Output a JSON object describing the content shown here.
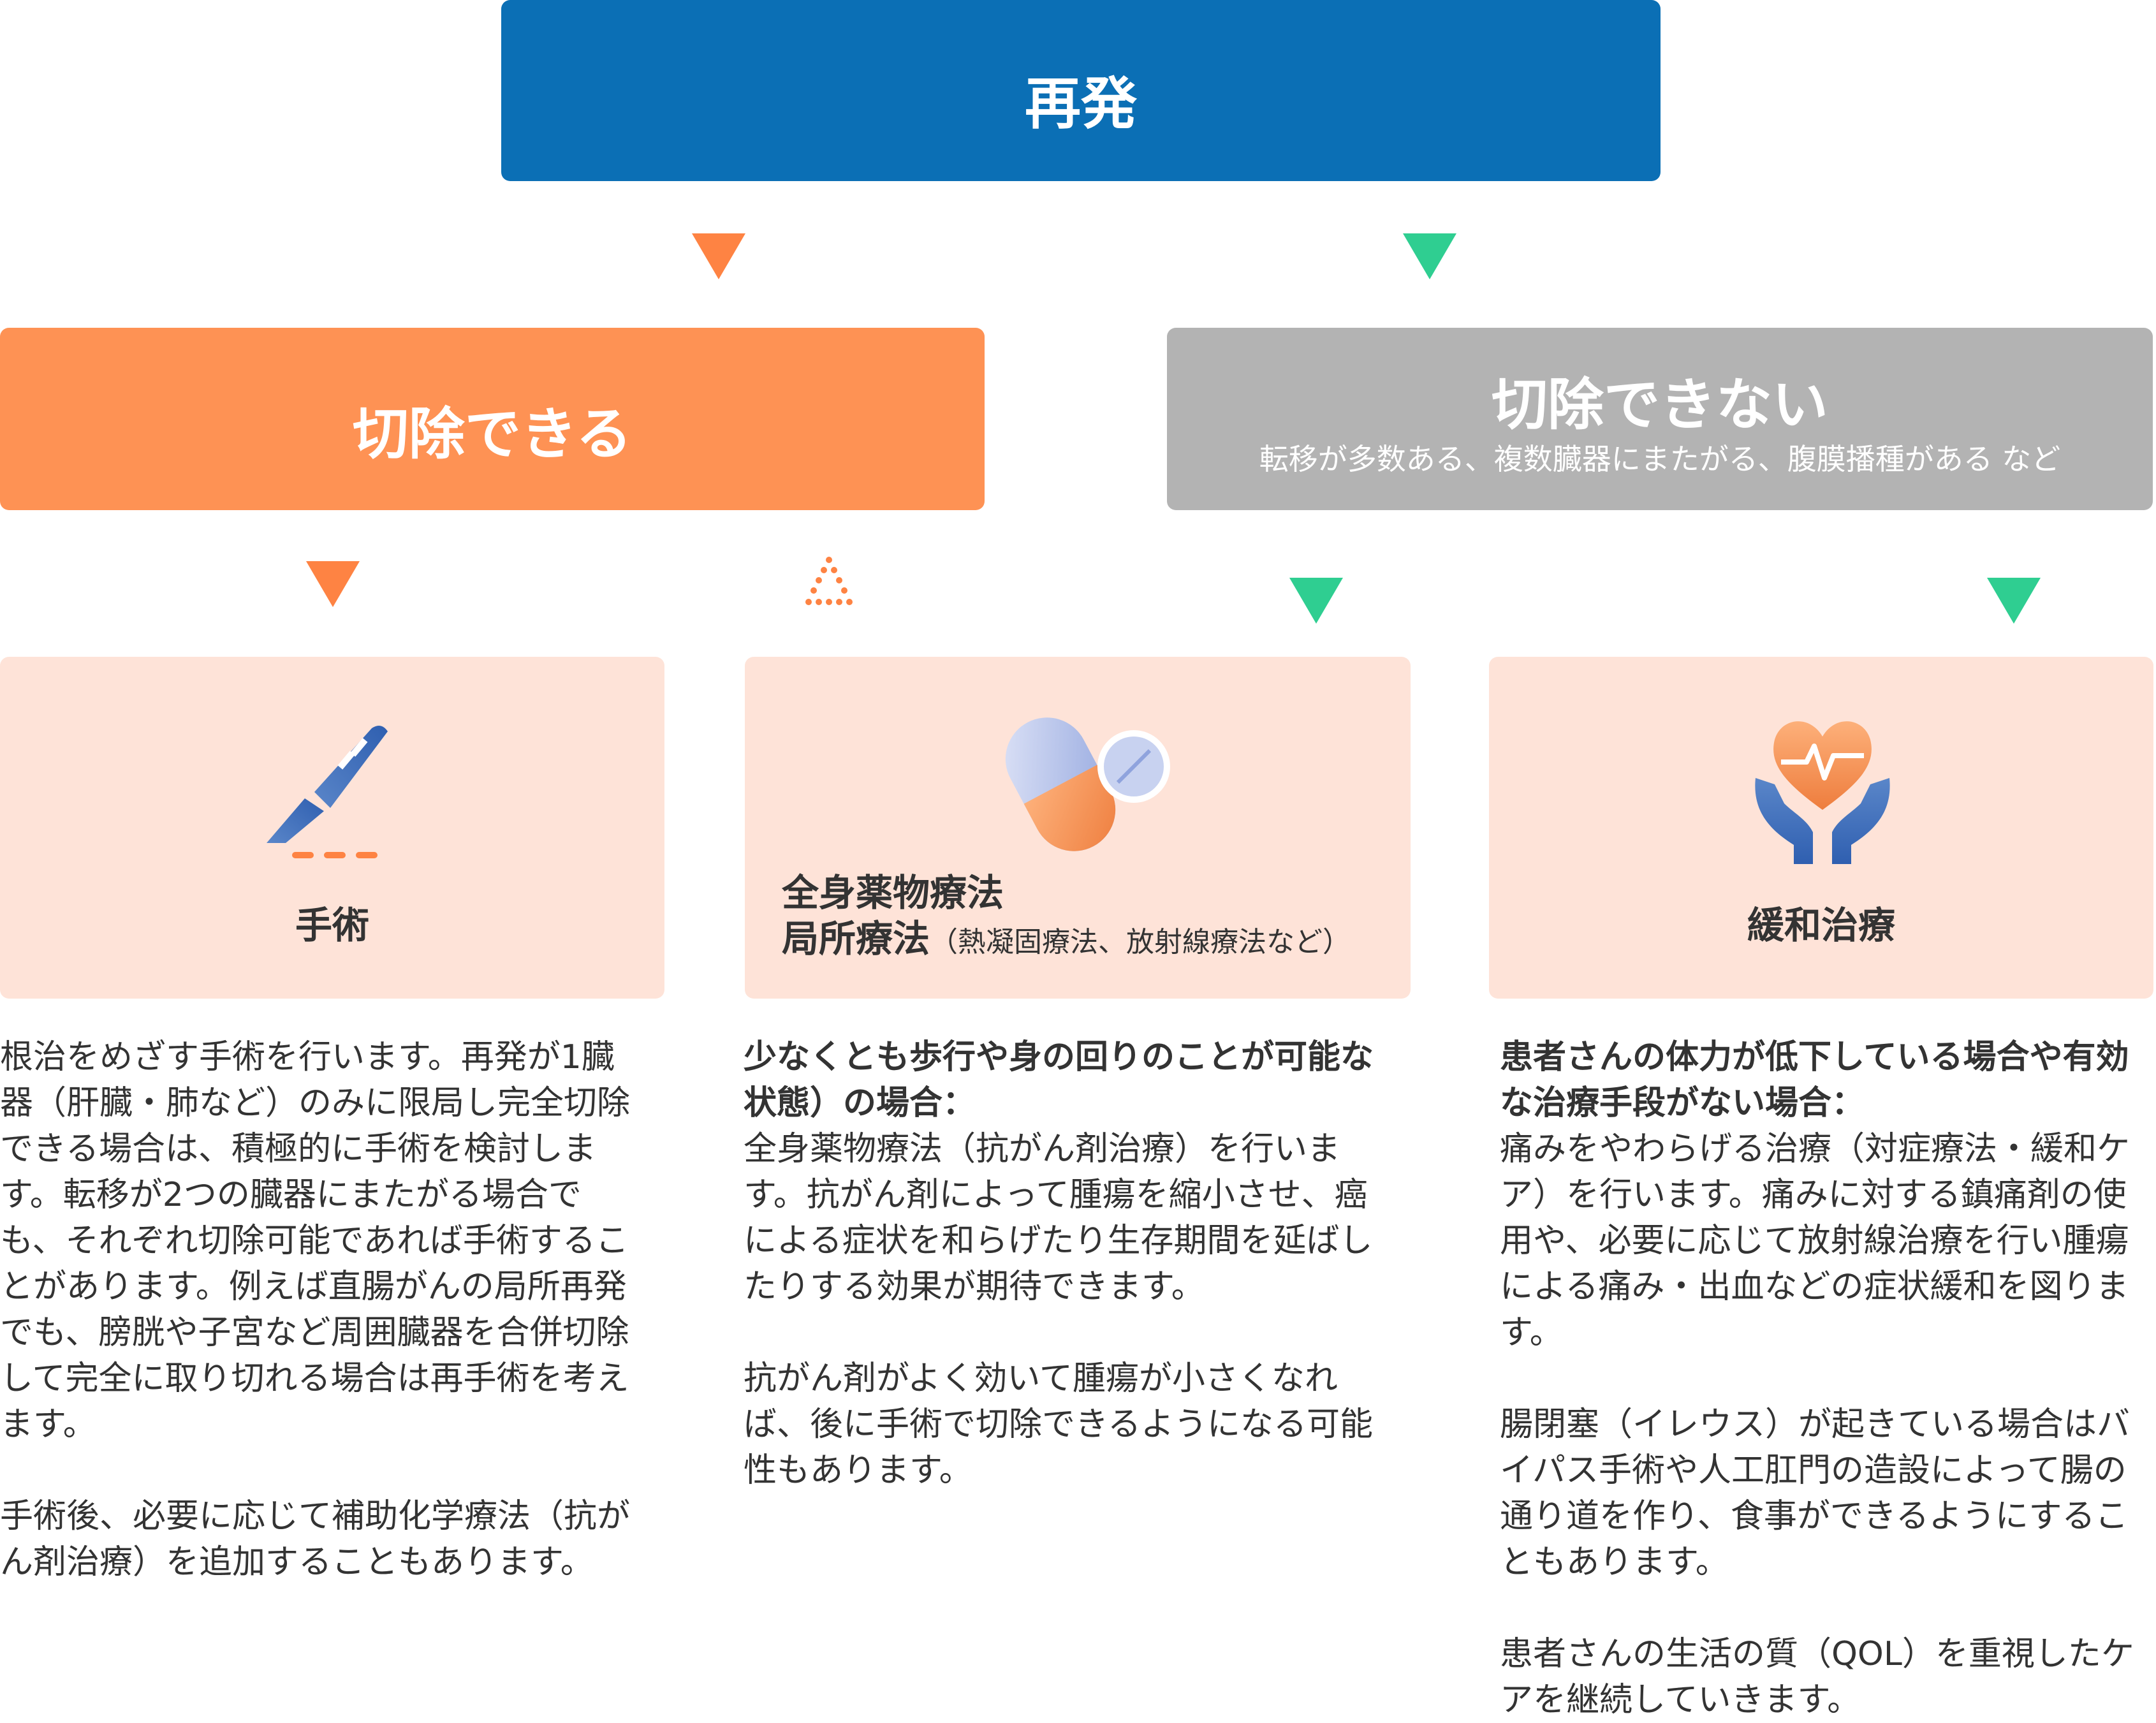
{
  "top": {
    "title": "再発"
  },
  "left_branch": {
    "title": "切除できる"
  },
  "right_branch": {
    "title": "切除できない",
    "subtitle": "転移が多数ある、複数臓器にまたがる、腹膜播種がある など"
  },
  "cards": [
    {
      "label": "手術",
      "icon": "scalpel-icon"
    },
    {
      "label_line1": "全身薬物療法",
      "label_line2": "局所療法",
      "label_note": "（熱凝固療法、放射線療法など）",
      "icon": "pills-icon"
    },
    {
      "label": "緩和治療",
      "icon": "heart-hands-icon"
    }
  ],
  "descriptions": {
    "surgery": {
      "lines1": [
        "根治をめざす手術を行います。再発が1臓",
        "器（肝臓・肺など）のみに限局し完全切除",
        "できる場合は、積極的に手術を検討しま",
        "す。転移が2つの臓器にまたがる場合で",
        "も、それぞれ切除可能であれば手術するこ",
        "とがあります。例えば直腸がんの局所再発",
        "でも、膀胱や子宮など周囲臓器を合併切除",
        "して完全に取り切れる場合は再手術を考え",
        "ます。"
      ],
      "lines2": [
        "手術後、必要に応じて補助化学療法（抗が",
        "ん剤治療）を追加することもあります。"
      ]
    },
    "drug": {
      "lead": [
        "少なくとも歩行や身の回りのことが可能な",
        "状態）の場合："
      ],
      "lines1": [
        "全身薬物療法（抗がん剤治療）を行いま",
        "す。抗がん剤によって腫瘍を縮小させ、癌",
        "による症状を和らげたり生存期間を延ばし",
        "たりする効果が期待できます。"
      ],
      "lines2": [
        "抗がん剤がよく効いて腫瘍が小さくなれ",
        "ば、後に手術で切除できるようになる可能",
        "性もあります。"
      ]
    },
    "palliative": {
      "lead": [
        "患者さんの体力が低下している場合や有効",
        "な治療手段がない場合："
      ],
      "lines1": [
        "痛みをやわらげる治療（対症療法・緩和ケ",
        "ア）を行います。痛みに対する鎮痛剤の使",
        "用や、必要に応じて放射線治療を行い腫瘍",
        "による痛み・出血などの症状緩和を図りま",
        "す。"
      ],
      "lines2": [
        "腸閉塞（イレウス）が起きている場合はバ",
        "イパス手術や人工肛門の造設によって腸の",
        "通り道を作り、食事ができるようにするこ",
        "ともあります。"
      ],
      "lines3": [
        "患者さんの生活の質（QOL）を重視したケ",
        "アを継続していきます。"
      ]
    }
  },
  "colors": {
    "blue": "#0b6fb5",
    "orange": "#fe9254",
    "gray": "#b3b3b3",
    "arrow_orange": "#fe8343",
    "arrow_green": "#2fce91",
    "card_bg": "#fee3d8"
  }
}
